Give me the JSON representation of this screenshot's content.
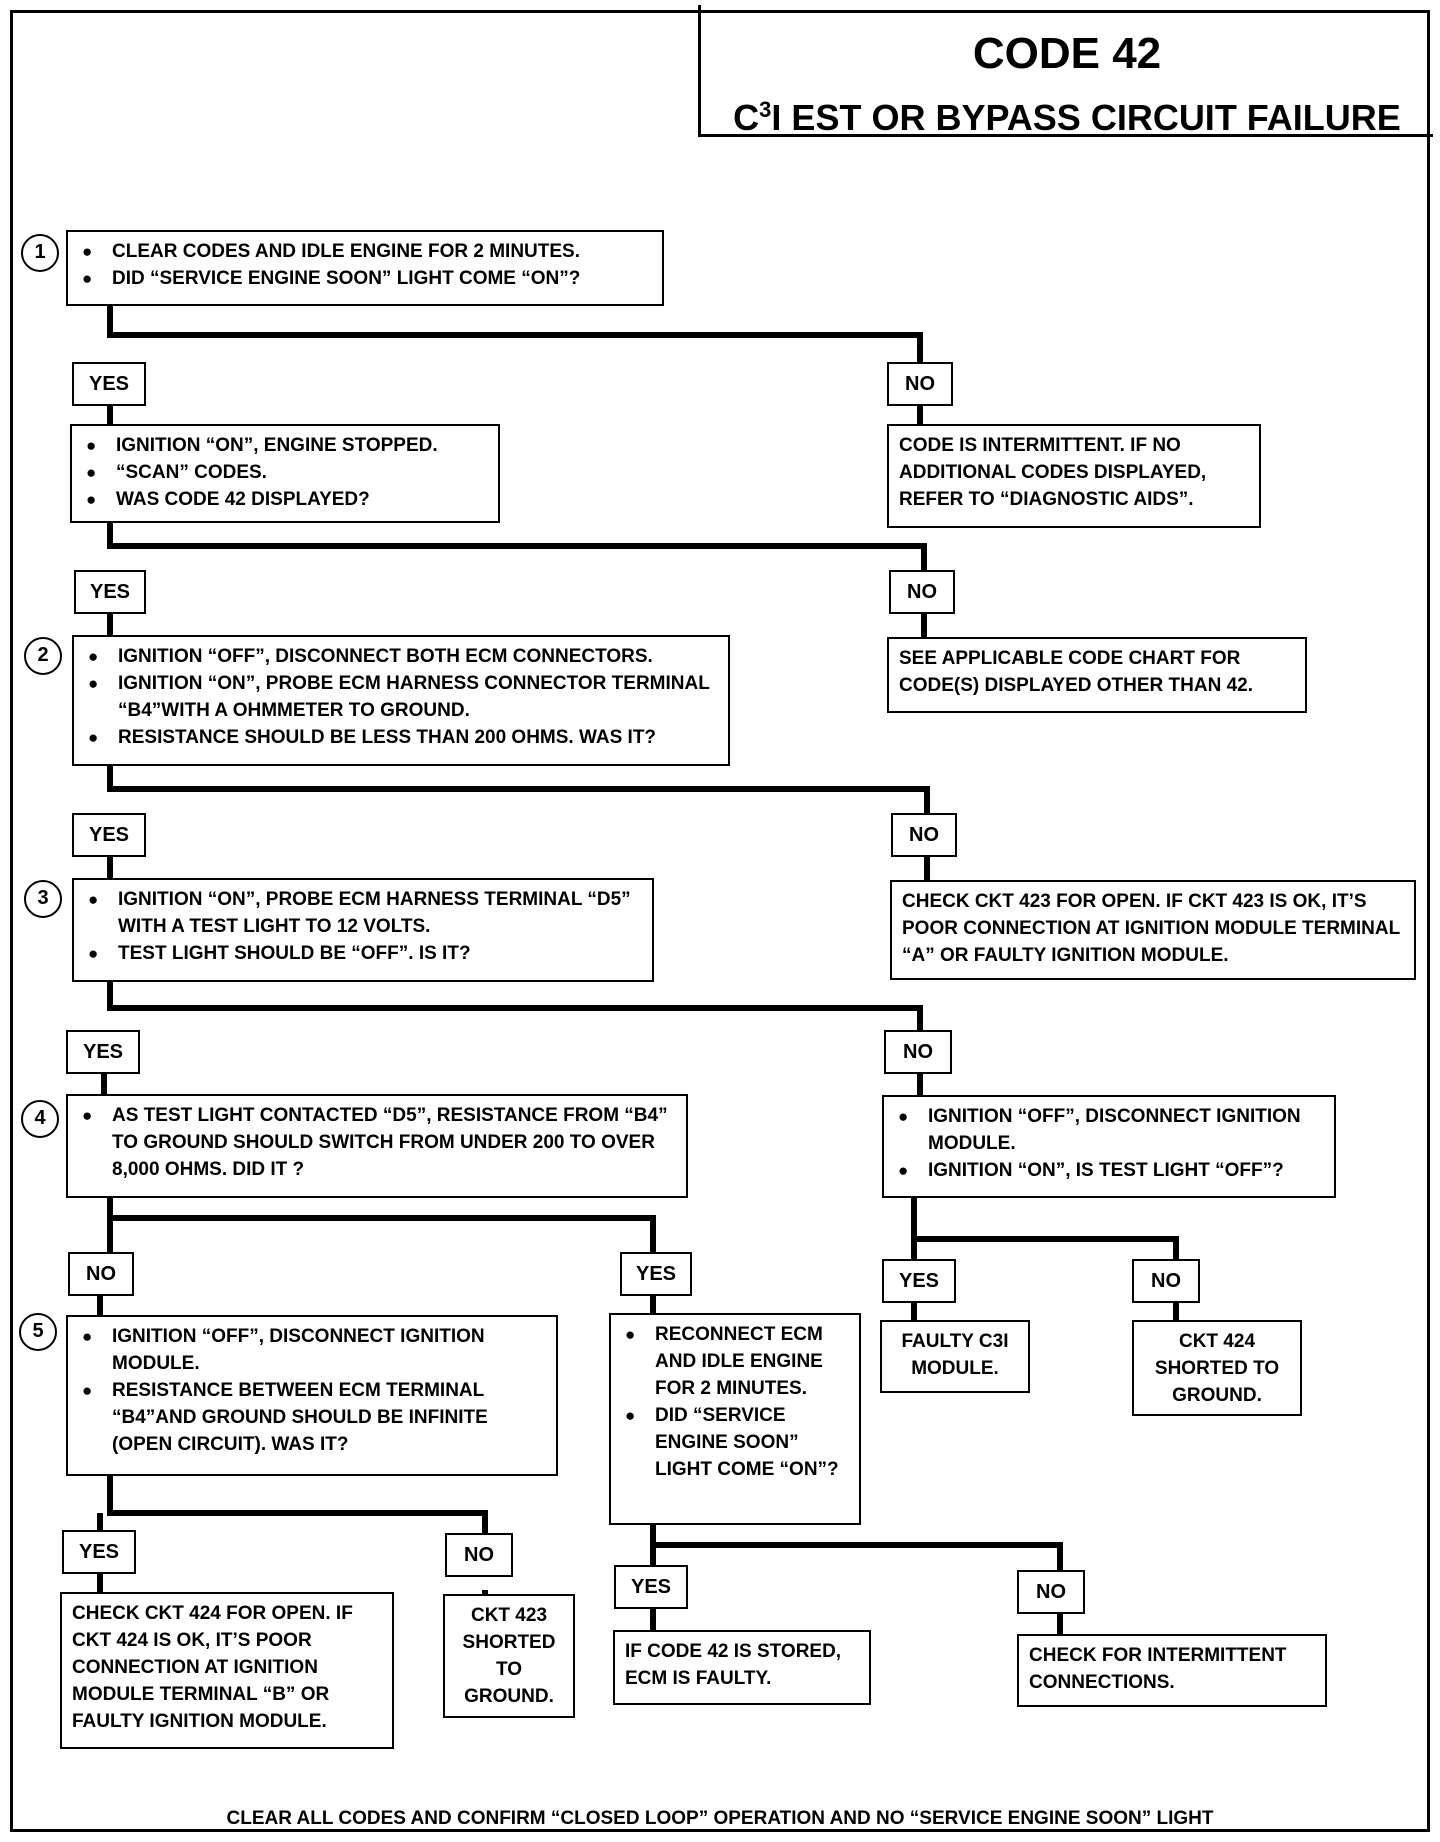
{
  "title": {
    "code": "CODE 42",
    "prefix": "C",
    "superscript": "3",
    "rest": "I EST OR BYPASS CIRCUIT FAILURE"
  },
  "steps": [
    "1",
    "2",
    "3",
    "4",
    "5"
  ],
  "labels": {
    "yes": "YES",
    "no": "NO"
  },
  "boxes": {
    "s1": [
      "CLEAR CODES AND IDLE ENGINE FOR 2 MINUTES.",
      "DID “SERVICE ENGINE SOON” LIGHT COME “ON”?"
    ],
    "s1_yes": [
      "IGNITION “ON”, ENGINE STOPPED.",
      "“SCAN” CODES.",
      "WAS CODE 42 DISPLAYED?"
    ],
    "s1_no": "CODE IS INTERMITTENT.  IF NO ADDITIONAL CODES DISPLAYED, REFER TO “DIAGNOSTIC AIDS”.",
    "s1y_no": "SEE APPLICABLE CODE CHART FOR CODE(S) DISPLAYED OTHER THAN 42.",
    "s2": [
      "IGNITION “OFF”, DISCONNECT BOTH ECM CONNECTORS.",
      "IGNITION “ON”,  PROBE ECM HARNESS CONNECTOR TERMINAL  “B4”WITH A OHMMETER TO GROUND.",
      "RESISTANCE SHOULD BE LESS THAN 200 OHMS.  WAS IT?"
    ],
    "s2_no": "CHECK CKT 423 FOR OPEN.  IF CKT 423 IS OK, IT’S POOR CONNECTION AT IGNITION MODULE TERMINAL “A” OR FAULTY IGNITION MODULE.",
    "s3": [
      "IGNITION “ON”, PROBE ECM HARNESS TERMINAL “D5” WITH A TEST LIGHT TO 12 VOLTS.",
      "TEST LIGHT SHOULD BE “OFF”.  IS IT?"
    ],
    "s3_no": [
      "IGNITION “OFF”, DISCONNECT IGNITION MODULE.",
      "IGNITION “ON”, IS TEST LIGHT “OFF”?"
    ],
    "s3n_yes": "FAULTY C3I MODULE.",
    "s3n_no": "CKT 424 SHORTED TO GROUND.",
    "s4": [
      "AS TEST LIGHT CONTACTED “D5”, RESISTANCE FROM “B4” TO GROUND SHOULD SWITCH FROM UNDER 200 TO OVER 8,000 OHMS.  DID IT ?"
    ],
    "s4_yes": [
      "RECONNECT ECM AND IDLE ENGINE FOR 2 MINUTES.",
      "DID “SERVICE ENGINE SOON” LIGHT COME “ON”?"
    ],
    "s4y_yes": "IF CODE 42 IS STORED, ECM IS  FAULTY.",
    "s4y_no": "CHECK FOR INTERMITTENT CONNECTIONS.",
    "s5": [
      "IGNITION “OFF”, DISCONNECT IGNITION MODULE.",
      "RESISTANCE BETWEEN ECM TERMINAL “B4”AND GROUND SHOULD BE INFINITE (OPEN CIRCUIT).  WAS IT?"
    ],
    "s5_yes": "CHECK CKT 424 FOR OPEN.  IF CKT 424 IS OK, IT’S POOR CONNECTION AT IGNITION MODULE TERMINAL “B” OR FAULTY IGNITION MODULE.",
    "s5_no": "CKT 423 SHORTED TO GROUND."
  },
  "footer": "CLEAR ALL CODES AND CONFIRM “CLOSED LOOP” OPERATION AND NO “SERVICE ENGINE SOON” LIGHT"
}
